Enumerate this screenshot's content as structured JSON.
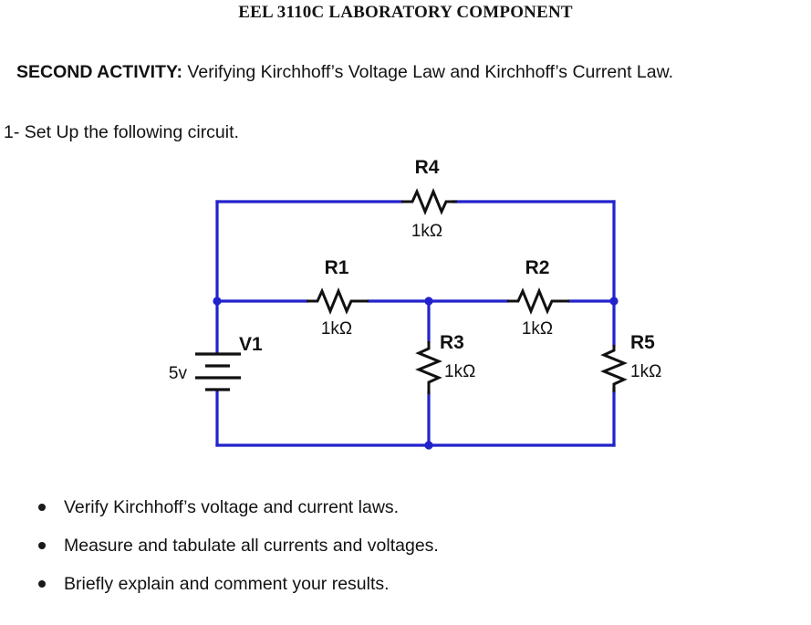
{
  "document": {
    "title": "EEL 3110C LABORATORY COMPONENT",
    "activity": {
      "lead": "SECOND ACTIVITY:",
      "text": " Verifying Kirchhoff’s Voltage Law and Kirchhoff’s Current Law."
    },
    "step": "1- Set Up the following circuit."
  },
  "circuit": {
    "source": {
      "designator": "V1",
      "value": "5v"
    },
    "resistors": [
      {
        "designator": "R1",
        "value": "1kΩ",
        "orientation": "horizontal"
      },
      {
        "designator": "R2",
        "value": "1kΩ",
        "orientation": "horizontal"
      },
      {
        "designator": "R3",
        "value": "1kΩ",
        "orientation": "vertical"
      },
      {
        "designator": "R4",
        "value": "1kΩ",
        "orientation": "horizontal"
      },
      {
        "designator": "R5",
        "value": "1kΩ",
        "orientation": "vertical"
      }
    ],
    "colors": {
      "wire": "#2222cc",
      "component": "#111111",
      "node": "#2222cc"
    }
  },
  "tasks": [
    "Verify Kirchhoff’s voltage and current laws.",
    "Measure and tabulate all currents and voltages.",
    "Briefly explain and comment your results."
  ]
}
